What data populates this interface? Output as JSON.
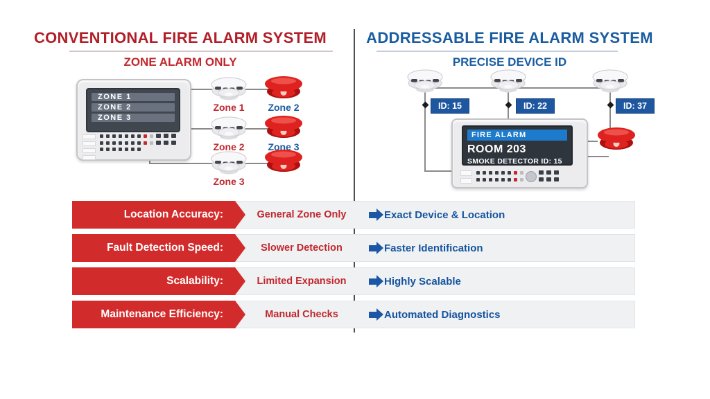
{
  "left": {
    "title": "CONVENTIONAL FIRE ALARM SYSTEM",
    "subtitle": "ZONE ALARM ONLY",
    "panel_zones": [
      "ZONE 1",
      "ZONE 2",
      "ZONE 3"
    ],
    "rows": [
      {
        "detector_label": "Zone 1",
        "bell_label": "Zone 2"
      },
      {
        "detector_label": "Zone 2",
        "bell_label": "Zone 3"
      },
      {
        "detector_label": "Zone 3",
        "bell_label": ""
      }
    ]
  },
  "right": {
    "title": "ADDRESSABLE FIRE ALARM SYSTEM",
    "subtitle": "PRECISE DEVICE ID",
    "detector_ids": [
      "ID: 15",
      "ID: 22",
      "ID: 37"
    ],
    "panel_screen": {
      "header": "FIRE ALARM",
      "room": "ROOM 203",
      "detail": "SMOKE DETECTOR ID: 15"
    }
  },
  "comparison": {
    "rows": [
      {
        "label": "Location Accuracy:",
        "left_value": "General Zone Only",
        "right_value": "Exact Device & Location"
      },
      {
        "label": "Fault Detection Speed:",
        "left_value": "Slower Detection",
        "right_value": "Faster Identification"
      },
      {
        "label": "Scalability:",
        "left_value": "Limited Expansion",
        "right_value": "Highly Scalable"
      },
      {
        "label": "Maintenance Efficiency:",
        "left_value": "Manual Checks",
        "right_value": "Automated Diagnostics"
      }
    ]
  },
  "colors": {
    "accent_red": "#C1272D",
    "ribbon_red": "#D22B2B",
    "accent_blue": "#1A5CA0",
    "badge_blue": "#1E56A0",
    "screen_header_blue": "#1E7BCB",
    "wire_gray": "#8A8A8A"
  }
}
